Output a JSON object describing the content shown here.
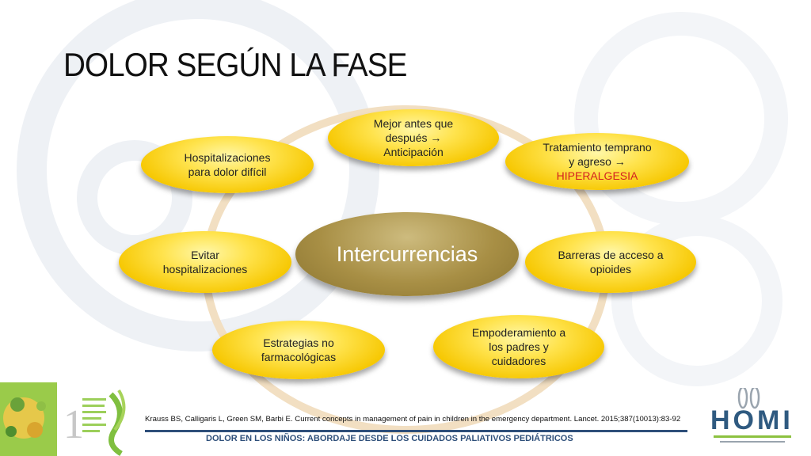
{
  "title": "DOLOR SEGÚN LA FASE",
  "center_label": "Intercurrencias",
  "nodes": {
    "mejor": {
      "line1": "Mejor antes que",
      "line2": "después →",
      "line3": "Anticipación"
    },
    "tratamiento": {
      "line1": "Tratamiento temprano",
      "line2": "y agreso →",
      "line3": "HIPERALGESIA"
    },
    "barreras": {
      "line1": "Barreras de acceso a",
      "line2": "opioides"
    },
    "empoderamiento": {
      "line1": "Empoderamiento a",
      "line2": "los padres y",
      "line3": "cuidadores"
    },
    "estrategias": {
      "line1": "Estrategias no",
      "line2": "farmacológicas"
    },
    "evitar": {
      "line1": "Evitar",
      "line2": "hospitalizaciones"
    },
    "hospitalizaciones": {
      "line1": "Hospitalizaciones",
      "line2": "para dolor difícil"
    }
  },
  "citation": "Krauss BS, Calligaris L, Green SM, Barbi E. Current concepts in management of pain in children in the emergency department. Lancet. 2015;387(10013):83-92",
  "footer": "DOLOR EN LOS NIÑOS: ABORDAJE DESDE LOS CUIDADOS PALIATIVOS PEDIÁTRICOS",
  "logos": {
    "congress": {
      "number": "1"
    },
    "homi": {
      "text": "HOMI"
    }
  },
  "colors": {
    "node": "#f6c700",
    "center": "#a88f45",
    "ring": "#f2dfc2",
    "footer": "#2e4f7a",
    "highlight": "#d42020"
  }
}
